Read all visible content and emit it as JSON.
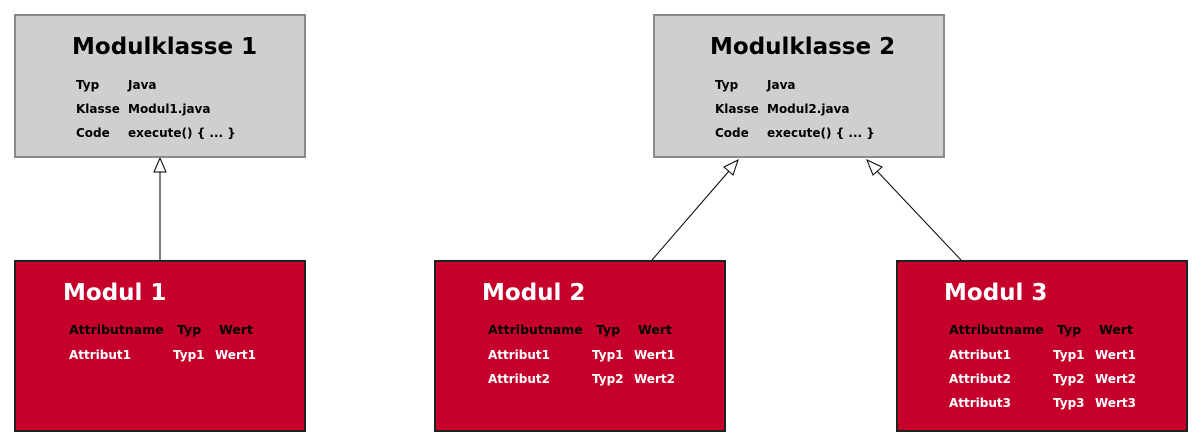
{
  "classes": [
    {
      "title": "Modulklasse 1",
      "props": [
        {
          "key": "Typ",
          "value": "Java"
        },
        {
          "key": "Klasse",
          "value": "Modul1.java"
        },
        {
          "key": "Code",
          "value": "execute() { ... }"
        }
      ]
    },
    {
      "title": "Modulklasse 2",
      "props": [
        {
          "key": "Typ",
          "value": "Java"
        },
        {
          "key": "Klasse",
          "value": "Modul2.java"
        },
        {
          "key": "Code",
          "value": "execute() { ... }"
        }
      ]
    }
  ],
  "attribute_headers": {
    "name": "Attributname",
    "type": "Typ",
    "value": "Wert"
  },
  "modules": [
    {
      "title": "Modul 1",
      "attributes": [
        {
          "name": "Attribut1",
          "type": "Typ1",
          "value": "Wert1"
        }
      ]
    },
    {
      "title": "Modul 2",
      "attributes": [
        {
          "name": "Attribut1",
          "type": "Typ1",
          "value": "Wert1"
        },
        {
          "name": "Attribut2",
          "type": "Typ2",
          "value": "Wert2"
        }
      ]
    },
    {
      "title": "Modul 3",
      "attributes": [
        {
          "name": "Attribut1",
          "type": "Typ1",
          "value": "Wert1"
        },
        {
          "name": "Attribut2",
          "type": "Typ2",
          "value": "Wert2"
        },
        {
          "name": "Attribut3",
          "type": "Typ3",
          "value": "Wert3"
        }
      ]
    }
  ],
  "colors": {
    "class_fill": "#cfcfcf",
    "class_border": "#8a8a8a",
    "module_fill": "#c5002a",
    "module_border": "#202020"
  }
}
